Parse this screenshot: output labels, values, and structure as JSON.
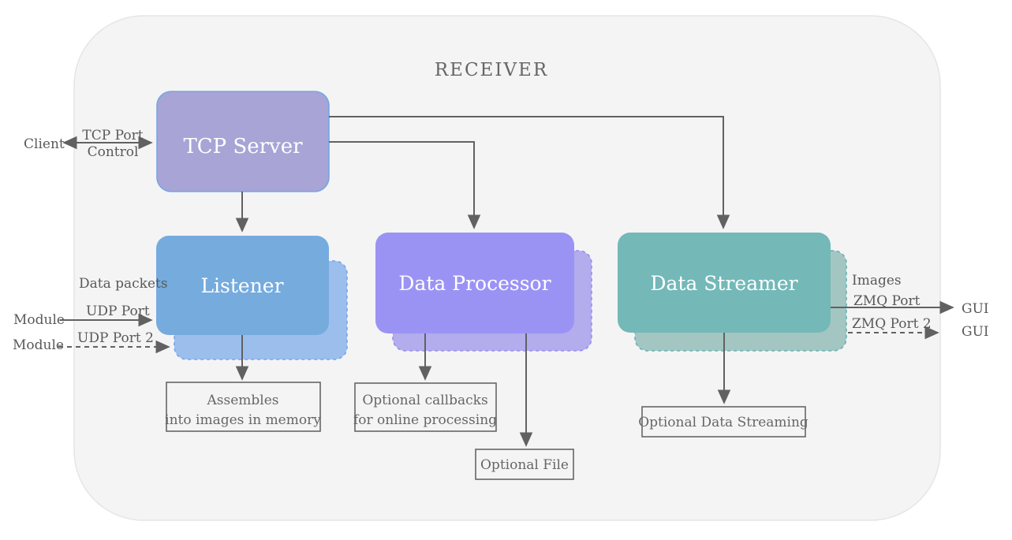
{
  "title": "RECEIVER",
  "colors": {
    "tcp_server_fill": "#a8a4d6",
    "tcp_server_border": "#74a7e2",
    "listener_fill": "#76abde",
    "listener_shadow_fill": "#9cbeec",
    "listener_shadow_border": "#7aa4ea",
    "processor_fill": "#9b93f4",
    "processor_shadow_fill": "#b3aced",
    "processor_shadow_border": "#9a8cf0",
    "streamer_fill": "#74b8b8",
    "streamer_shadow_fill": "#a3c6c2",
    "streamer_shadow_border": "#65b2b2",
    "line": "#616161",
    "label_text": "#595959"
  },
  "nodes": {
    "tcp_server": "TCP Server",
    "listener": "Listener",
    "data_processor": "Data Processor",
    "data_streamer": "Data Streamer"
  },
  "left_labels": {
    "client": "Client",
    "tcp_port_line1": "TCP Port",
    "tcp_port_line2": "Control",
    "data_packets": "Data packets",
    "module1": "Module",
    "udp_port": "UDP Port",
    "module2": "Module",
    "udp_port2": "UDP Port 2"
  },
  "right_labels": {
    "images": "Images",
    "zmq_port": "ZMQ Port",
    "gui1": "GUI",
    "zmq_port2": "ZMQ Port 2",
    "gui2": "GUI"
  },
  "notes": {
    "assembles_line1": "Assembles",
    "assembles_line2": "into images in memory",
    "callbacks_line1": "Optional callbacks",
    "callbacks_line2": "for online processing",
    "optional_file": "Optional File",
    "optional_streaming": "Optional Data Streaming"
  }
}
